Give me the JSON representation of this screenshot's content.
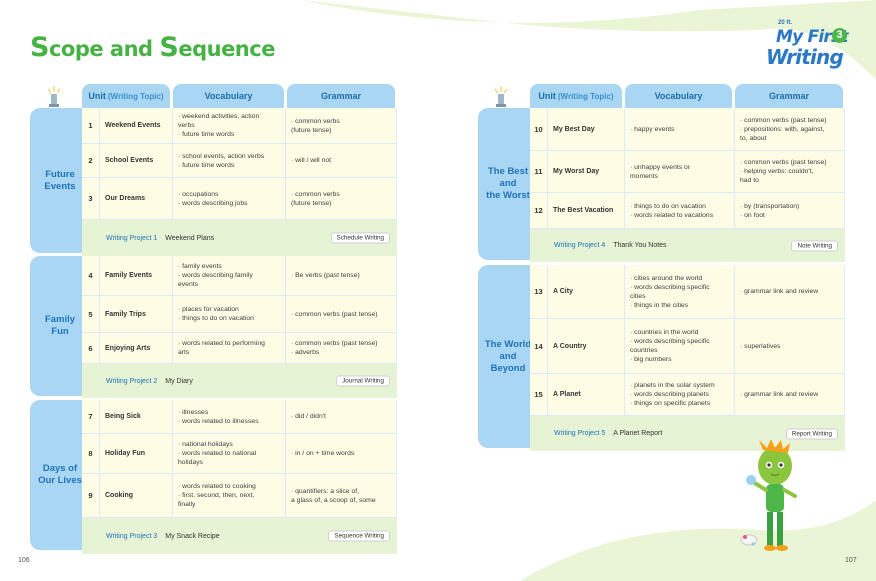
{
  "title": {
    "first": "S",
    "rest1": "cope and ",
    "second": "S",
    "rest2": "equence"
  },
  "logo": {
    "small": "20 ft.",
    "line1": "My First",
    "line2": "Writing",
    "num": "3"
  },
  "pages": {
    "left": "106",
    "right": "107"
  },
  "headers": {
    "unit": "Unit",
    "unit_sub": "(Writing Topic)",
    "vocabulary": "Vocabulary",
    "grammar": "Grammar"
  },
  "groups": [
    {
      "label": "Future\nEvents"
    },
    {
      "label": "Family\nFun"
    },
    {
      "label": "Days of\nOur Lives"
    },
    {
      "label": "The Best\nand\nthe Worst"
    },
    {
      "label": "The World\nand\nBeyond"
    }
  ],
  "rows": [
    {
      "num": "1",
      "unit": "Weekend Events",
      "vocab": "· weekend activities, action\n  verbs\n· future time words",
      "grammar": "· common verbs\n  (future tense)"
    },
    {
      "num": "2",
      "unit": "School Events",
      "vocab": "· school events, action verbs\n· future time words",
      "grammar": "· will / will not"
    },
    {
      "num": "3",
      "unit": "Our Dreams",
      "vocab": "· occupations\n· words describing jobs",
      "grammar": "· common verbs\n  (future tense)"
    },
    {
      "num": "4",
      "unit": "Family Events",
      "vocab": "· family events\n· words describing family\n  events",
      "grammar": "· Be verbs (past tense)"
    },
    {
      "num": "5",
      "unit": "Family Trips",
      "vocab": "· places for vacation\n· things to do on vacation",
      "grammar": "· common verbs (past tense)"
    },
    {
      "num": "6",
      "unit": "Enjoying Arts",
      "vocab": "· words related to performing\n  arts",
      "grammar": "· common verbs (past tense)\n· adverbs"
    },
    {
      "num": "7",
      "unit": "Being Sick",
      "vocab": "· illnesses\n· words related to illnesses",
      "grammar": "· did / didn't"
    },
    {
      "num": "8",
      "unit": "Holiday Fun",
      "vocab": "· national holidays\n· words related to national\n  holidays",
      "grammar": "· in / on + time words"
    },
    {
      "num": "9",
      "unit": "Cooking",
      "vocab": "· words related to cooking\n· first, second, then, next,\n  finally",
      "grammar": "· quantifiers: a slice of,\n  a glass of, a scoop of, some"
    },
    {
      "num": "10",
      "unit": "My Best Day",
      "vocab": "· happy events",
      "grammar": "· common verbs (past tense)\n· prepositions: with, against,\n  to, about"
    },
    {
      "num": "11",
      "unit": "My Worst Day",
      "vocab": "· unhappy events or\n  moments",
      "grammar": "· common verbs (past tense)\n· helping verbs: couldn't,\n  had to"
    },
    {
      "num": "12",
      "unit": "The Best Vacation",
      "vocab": "· things to do on vacation\n· words related to vacations",
      "grammar": "· by (transportation)\n· on foot"
    },
    {
      "num": "13",
      "unit": "A City",
      "vocab": "· cities around the world\n· words describing specific\n  cities\n· things in the cities",
      "grammar": "· grammar link and review"
    },
    {
      "num": "14",
      "unit": "A Country",
      "vocab": "· countries in the world\n· words describing specific\n  countries\n· big numbers",
      "grammar": "· superlatives"
    },
    {
      "num": "15",
      "unit": "A Planet",
      "vocab": "· planets in the solar system\n· words describing planets\n· things on specific planets",
      "grammar": "· grammar link and review"
    }
  ],
  "projects": [
    {
      "label": "Writing Project 1",
      "title": "Weekend Plans",
      "tag": "Schedule Writing"
    },
    {
      "label": "Writing Project 2",
      "title": "My Diary",
      "tag": "Journal Writing"
    },
    {
      "label": "Writing Project 3",
      "title": "My Snack Recipe",
      "tag": "Sequence Writing"
    },
    {
      "label": "Writing Project 4",
      "title": "Thank You Notes",
      "tag": "Note Writing"
    },
    {
      "label": "Writing Project 5",
      "title": "A Planet Report",
      "tag": "Report Writing"
    }
  ],
  "colors": {
    "title_green": "#46b243",
    "header_blue": "#a9d6f3",
    "cell_yellow": "#fffce6",
    "project_green": "#e6f3d5",
    "logo_blue": "#2b78c5"
  }
}
